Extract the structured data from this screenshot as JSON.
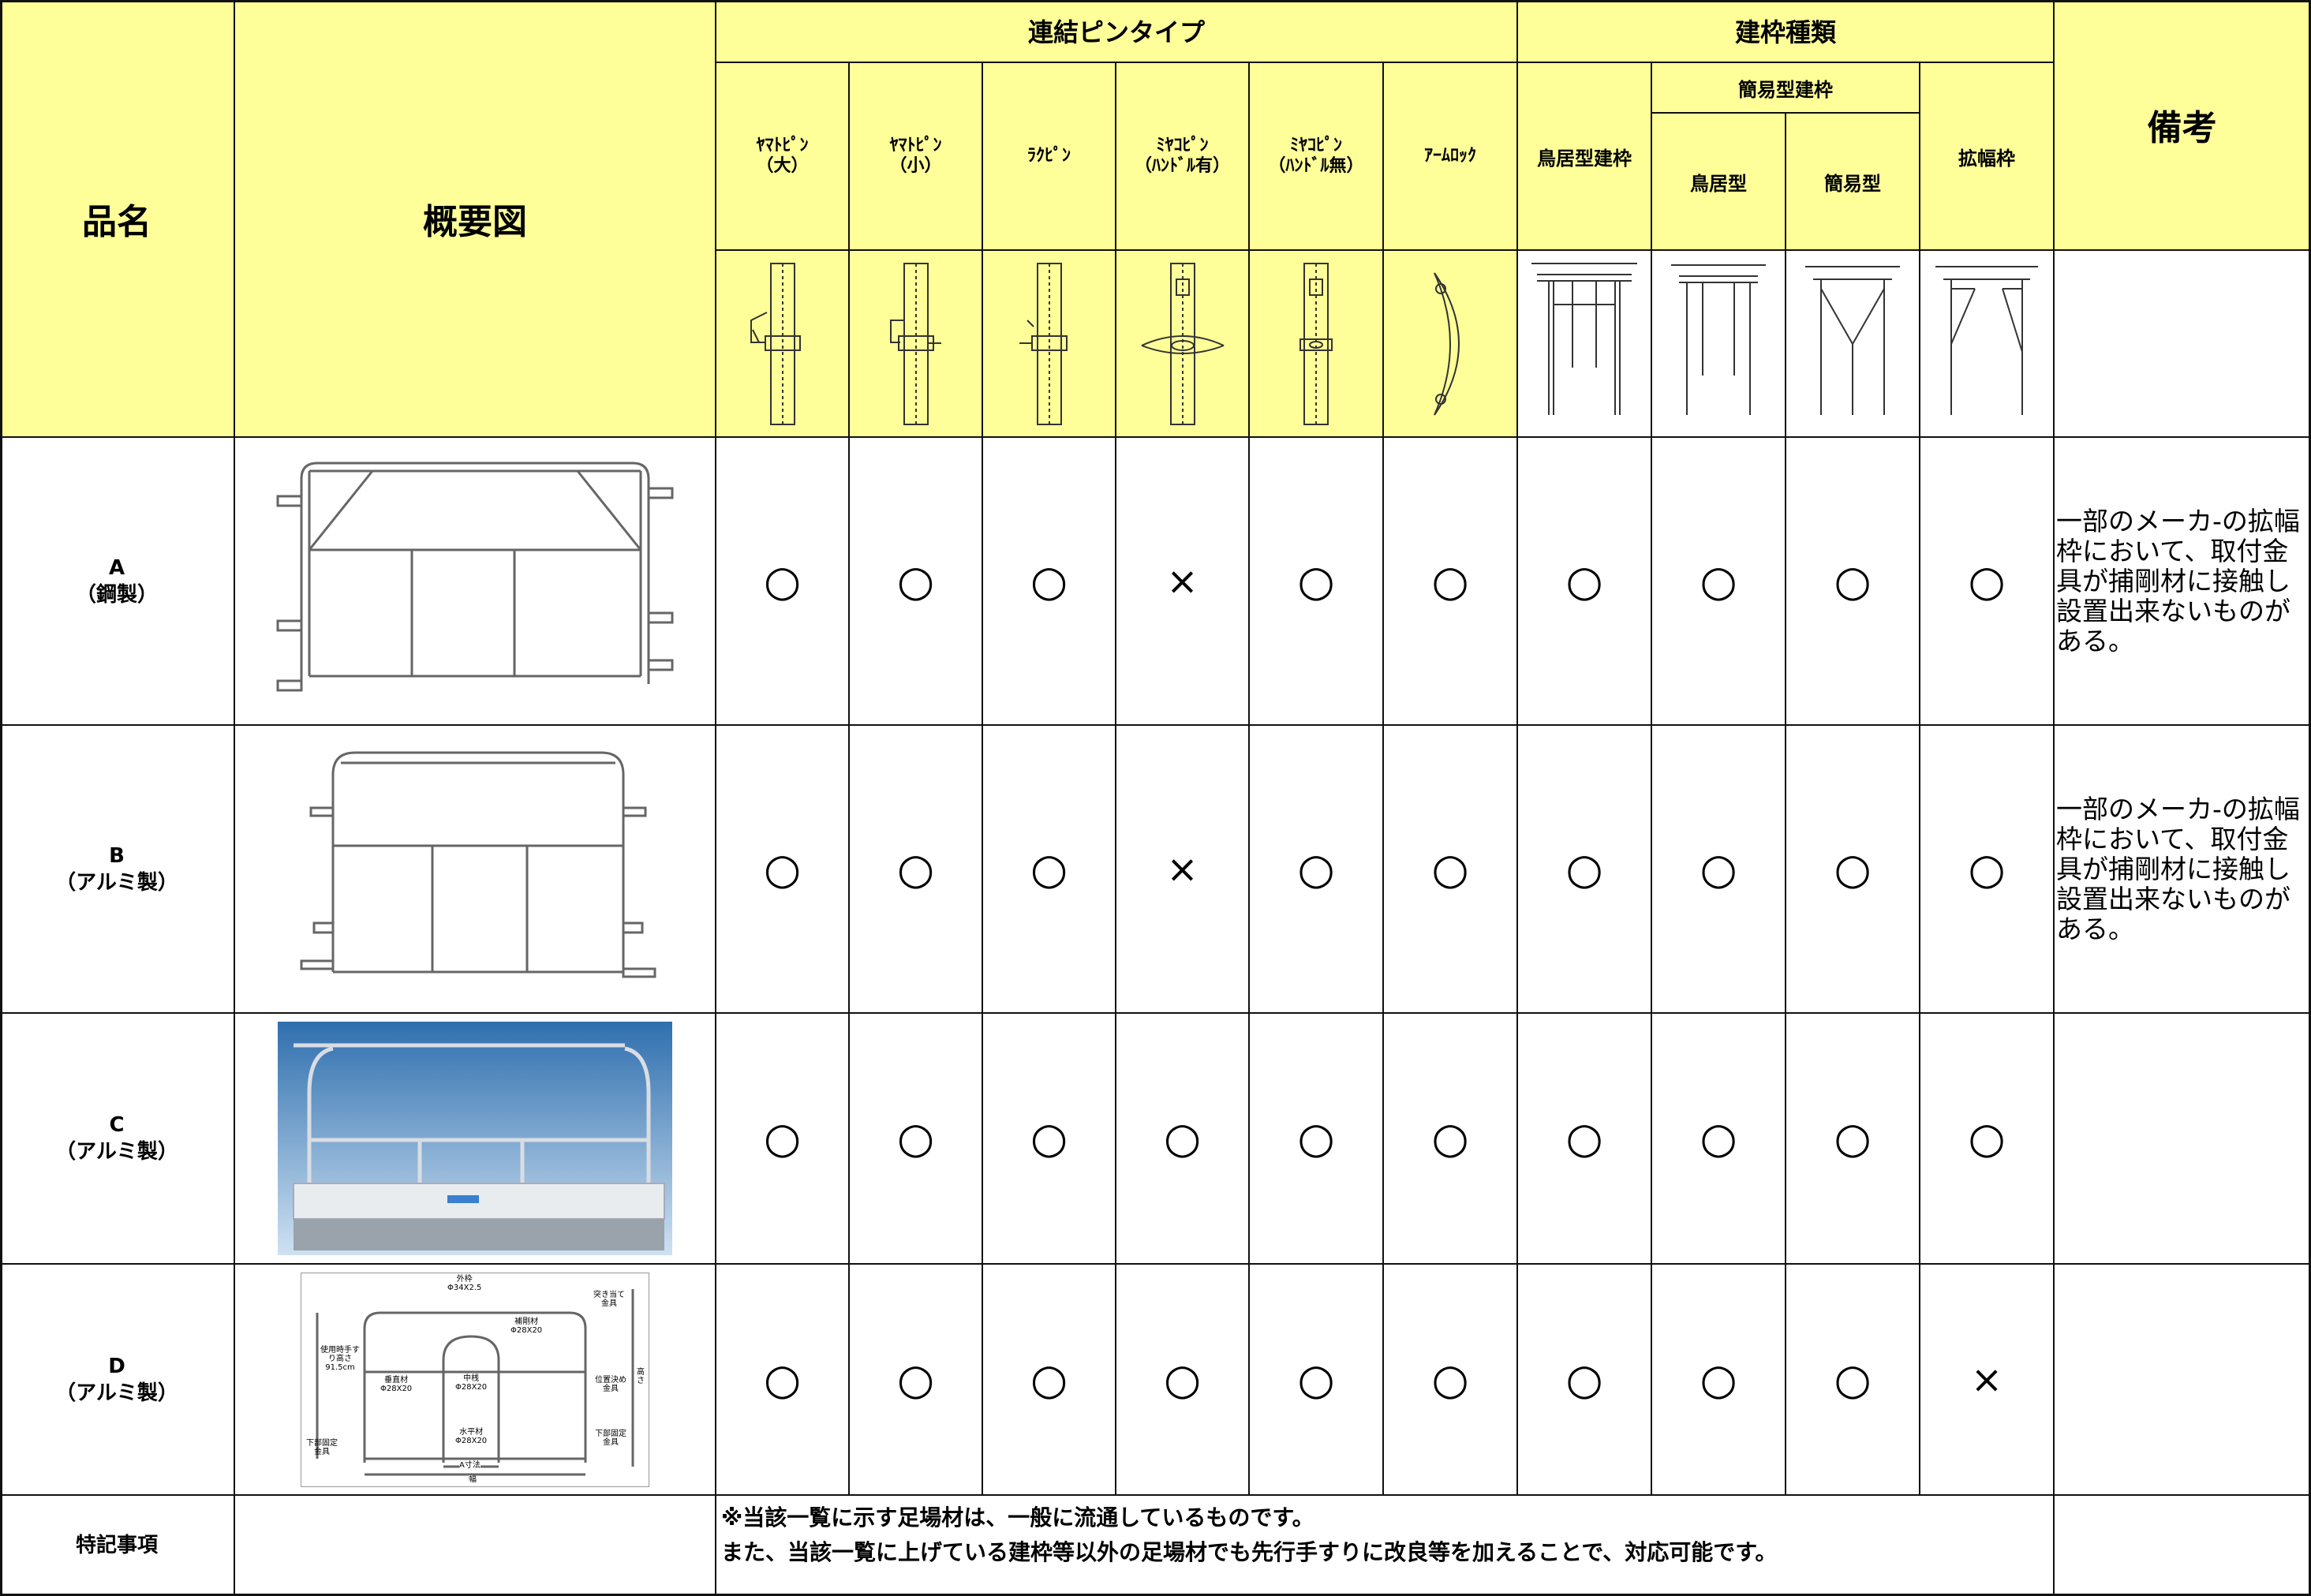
{
  "title": {
    "product_name": "品名",
    "diagram": "概要図",
    "pin_type": "連結ピンタイプ",
    "frame_type": "建枠種類",
    "simple_frame": "簡易型建枠",
    "remarks": "備考"
  },
  "pin_columns": [
    {
      "l1": "ﾔﾏﾄﾋﾟﾝ",
      "l2": "（大）",
      "icon": "pin-hook-large-icon"
    },
    {
      "l1": "ﾔﾏﾄﾋﾟﾝ",
      "l2": "（小）",
      "icon": "pin-hook-small-icon"
    },
    {
      "l1": "ﾗｸﾋﾟﾝ",
      "l2": "",
      "icon": "pin-raku-icon"
    },
    {
      "l1": "ﾐﾔｺﾋﾟﾝ",
      "l2": "（ﾊﾝﾄﾞﾙ有）",
      "icon": "pin-miyako-handle-icon"
    },
    {
      "l1": "ﾐﾔｺﾋﾟﾝ",
      "l2": "（ﾊﾝﾄﾞﾙ無）",
      "icon": "pin-miyako-nohandle-icon"
    },
    {
      "l1": "ｱｰﾑﾛｯｸ",
      "l2": "",
      "icon": "arm-lock-icon"
    }
  ],
  "frame_columns": [
    {
      "label": "鳥居型建枠",
      "icon": "torii-frame-icon"
    },
    {
      "label": "鳥居型",
      "icon": "simple-torii-frame-icon"
    },
    {
      "label": "簡易型",
      "icon": "simple-frame-icon"
    },
    {
      "label": "拡幅枠",
      "icon": "widened-frame-icon"
    }
  ],
  "rows": [
    {
      "name": "A",
      "material": "（鋼製）",
      "marks": [
        "○",
        "○",
        "○",
        "×",
        "○",
        "○",
        "○",
        "○",
        "○",
        "○"
      ],
      "remark": "一部のメーカ-の拡幅枠において、取付金具が捕剛材に接触し設置出来ないものがある。"
    },
    {
      "name": "B",
      "material": "（アルミ製）",
      "marks": [
        "○",
        "○",
        "○",
        "×",
        "○",
        "○",
        "○",
        "○",
        "○",
        "○"
      ],
      "remark": "一部のメーカ-の拡幅枠において、取付金具が捕剛材に接触し設置出来ないものがある。"
    },
    {
      "name": "C",
      "material": "（アルミ製）",
      "marks": [
        "○",
        "○",
        "○",
        "○",
        "○",
        "○",
        "○",
        "○",
        "○",
        "○"
      ],
      "remark": ""
    },
    {
      "name": "D",
      "material": "（アルミ製）",
      "marks": [
        "○",
        "○",
        "○",
        "○",
        "○",
        "○",
        "○",
        "○",
        "○",
        "×"
      ],
      "remark": ""
    }
  ],
  "diagram_d_labels": {
    "outer": "外枠",
    "outer_dim": "Φ34X2.5",
    "brace": "補剛材",
    "brace_dim": "Φ28X20",
    "handrail": "使用時手すり高さ",
    "handrail_h": "91.5cm",
    "vertical": "垂直材",
    "vertical_dim": "Φ28X20",
    "center": "中桟",
    "center_dim": "Φ28X20",
    "butt": "突き当て金具",
    "position": "位置決め金具",
    "height": "高さ",
    "horizontal": "水平材",
    "horizontal_dim": "Φ28X20",
    "lower_fix_l": "下部固定金具",
    "lower_fix_r": "下部固定金具",
    "a_dim": "A寸法",
    "width": "幅"
  },
  "special": {
    "label": "特記事項",
    "line1": "※当該一覧に示す足場材は、一般に流通しているものです。",
    "line2": "また、当該一覧に上げている建枠等以外の足場材でも先行手すりに改良等を加えることで、対応可能です。"
  }
}
